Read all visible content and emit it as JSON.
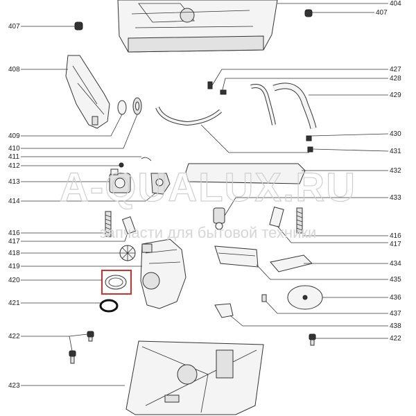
{
  "watermark": {
    "main": "A-QUALUX.RU",
    "sub": "запчасти для бытовой техники"
  },
  "highlight_color": "#d0312d",
  "labels": {
    "l404": "404",
    "l407a": "407",
    "l407b": "407",
    "l408": "408",
    "l409": "409",
    "l410": "410",
    "l411": "411",
    "l412": "412",
    "l413": "413",
    "l414": "414",
    "l416a": "416",
    "l417a": "417",
    "l418": "418",
    "l419": "419",
    "l420": "420",
    "l421": "421",
    "l422a": "422",
    "l423": "423",
    "l427": "427",
    "l428": "428",
    "l429": "429",
    "l430": "430",
    "l431": "431",
    "l432": "432",
    "l433": "433",
    "l416b": "416",
    "l417b": "417",
    "l434": "434",
    "l435": "435",
    "l436": "436",
    "l437": "437",
    "l438": "438",
    "l422b": "422"
  }
}
